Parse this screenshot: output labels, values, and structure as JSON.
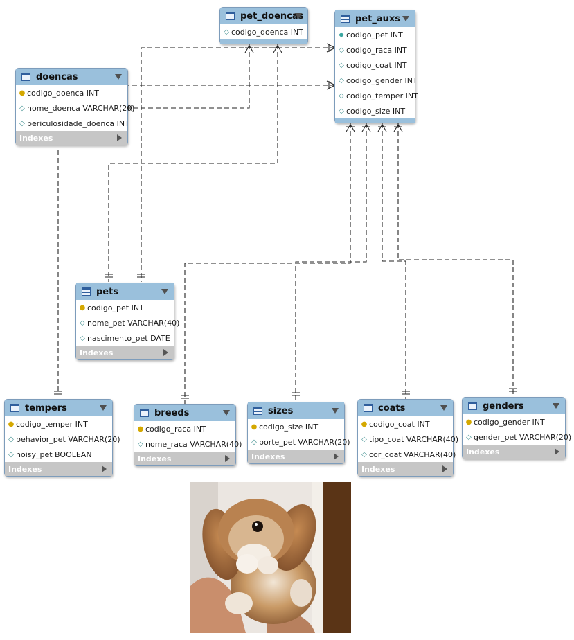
{
  "tables": {
    "pet_doencas": {
      "name": "pet_doencas",
      "columns": [
        {
          "text": "codigo_doenca INT",
          "kind": "col"
        }
      ]
    },
    "pet_auxs": {
      "name": "pet_auxs",
      "columns": [
        {
          "text": "codigo_pet INT",
          "kind": "fk"
        },
        {
          "text": "codigo_raca INT",
          "kind": "col"
        },
        {
          "text": "codigo_coat INT",
          "kind": "col"
        },
        {
          "text": "codigo_gender INT",
          "kind": "col"
        },
        {
          "text": "codigo_temper INT",
          "kind": "col"
        },
        {
          "text": "codigo_size INT",
          "kind": "col"
        }
      ]
    },
    "doencas": {
      "name": "doencas",
      "columns": [
        {
          "text": "codigo_doenca INT",
          "kind": "key"
        },
        {
          "text": "nome_doenca VARCHAR(20)",
          "kind": "col"
        },
        {
          "text": "periculosidade_doenca INT",
          "kind": "col"
        }
      ]
    },
    "pets": {
      "name": "pets",
      "columns": [
        {
          "text": "codigo_pet INT",
          "kind": "key"
        },
        {
          "text": "nome_pet VARCHAR(40)",
          "kind": "col"
        },
        {
          "text": "nascimento_pet DATE",
          "kind": "col"
        }
      ]
    },
    "tempers": {
      "name": "tempers",
      "columns": [
        {
          "text": "codigo_temper INT",
          "kind": "key"
        },
        {
          "text": "behavior_pet VARCHAR(20)",
          "kind": "col"
        },
        {
          "text": "noisy_pet BOOLEAN",
          "kind": "col"
        }
      ]
    },
    "breeds": {
      "name": "breeds",
      "columns": [
        {
          "text": "codigo_raca INT",
          "kind": "key"
        },
        {
          "text": "nome_raca VARCHAR(40)",
          "kind": "col"
        }
      ]
    },
    "sizes": {
      "name": "sizes",
      "columns": [
        {
          "text": "codigo_size INT",
          "kind": "key"
        },
        {
          "text": "porte_pet VARCHAR(20)",
          "kind": "col"
        }
      ]
    },
    "coats": {
      "name": "coats",
      "columns": [
        {
          "text": "codigo_coat INT",
          "kind": "key"
        },
        {
          "text": "tipo_coat VARCHAR(40)",
          "kind": "col"
        },
        {
          "text": "cor_coat VARCHAR(40)",
          "kind": "col"
        }
      ]
    },
    "genders": {
      "name": "genders",
      "columns": [
        {
          "text": "codigo_gender INT",
          "kind": "key"
        },
        {
          "text": "gender_pet VARCHAR(20)",
          "kind": "col"
        }
      ]
    }
  },
  "indexes_label": "Indexes",
  "icons": {
    "table": "table-icon",
    "key": "primary-key-icon",
    "column": "column-diamond-icon",
    "dropdown": "dropdown-arrow-icon",
    "expand": "expand-arrow-icon"
  },
  "colors": {
    "header": "#9ac0dc",
    "border": "#7d9cbb",
    "indexes_bar": "#c6c6c6",
    "key": "#d4a800",
    "column": "#3f8f8f"
  },
  "relationships": [
    {
      "from": "pet_doencas",
      "to": "doencas",
      "cardinality": "many-to-one"
    },
    {
      "from": "pet_doencas",
      "to": "pets",
      "cardinality": "many-to-one"
    },
    {
      "from": "pet_auxs",
      "to": "pets",
      "cardinality": "many-to-one"
    },
    {
      "from": "pet_auxs",
      "to": "tempers",
      "cardinality": "many-to-one"
    },
    {
      "from": "pet_auxs",
      "to": "breeds",
      "cardinality": "many-to-one"
    },
    {
      "from": "pet_auxs",
      "to": "sizes",
      "cardinality": "many-to-one"
    },
    {
      "from": "pet_auxs",
      "to": "coats",
      "cardinality": "many-to-one"
    },
    {
      "from": "pet_auxs",
      "to": "genders",
      "cardinality": "many-to-one"
    }
  ],
  "photo": {
    "subject": "rabbit-photo"
  }
}
